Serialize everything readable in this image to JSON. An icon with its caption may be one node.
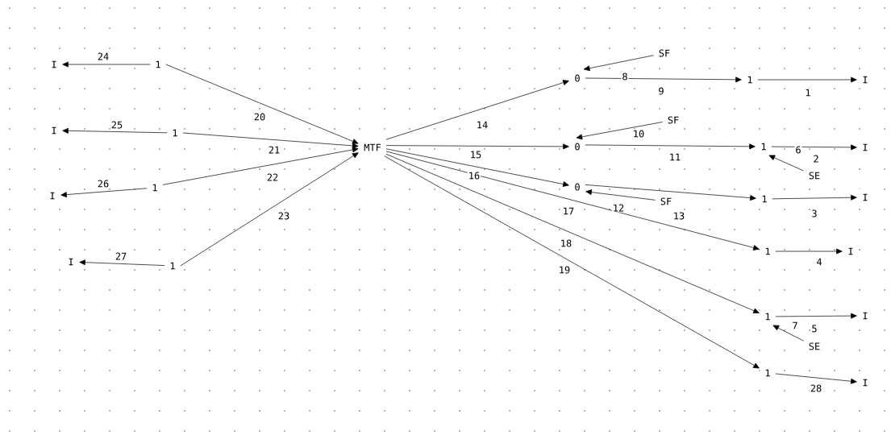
{
  "diagram": {
    "nodes": [
      {
        "text": [
          "I"
        ]
      },
      {
        "text": [
          "1"
        ]
      },
      {
        "text": [
          "I"
        ]
      },
      {
        "text": [
          "1"
        ]
      },
      {
        "text": [
          "I"
        ]
      },
      {
        "text": [
          "1"
        ]
      },
      {
        "text": [
          "I"
        ]
      },
      {
        "text": [
          "1"
        ]
      },
      {
        "text": [
          "MTF"
        ]
      },
      {
        "text": [
          "SF"
        ]
      },
      {
        "text": [
          "0"
        ]
      },
      {
        "text": [
          "1"
        ]
      },
      {
        "text": [
          "I"
        ]
      },
      {
        "text": [
          "SF"
        ]
      },
      {
        "text": [
          "0"
        ]
      },
      {
        "text": [
          "1"
        ]
      },
      {
        "text": [
          "I"
        ]
      },
      {
        "text": [
          "SE"
        ]
      },
      {
        "text": [
          "0"
        ]
      },
      {
        "text": [
          "SF"
        ]
      },
      {
        "text": [
          "1"
        ]
      },
      {
        "text": [
          "I"
        ]
      },
      {
        "text": [
          "1"
        ]
      },
      {
        "text": [
          "I"
        ]
      },
      {
        "text": [
          "1"
        ]
      },
      {
        "text": [
          "I"
        ]
      },
      {
        "text": [
          "SE"
        ]
      },
      {
        "text": [
          "1"
        ]
      },
      {
        "text": [
          "I"
        ]
      }
    ],
    "edges": [
      {
        "from": 1,
        "to": 0,
        "arrow": "to",
        "label": "24"
      },
      {
        "from": 3,
        "to": 2,
        "arrow": "to",
        "label": "25"
      },
      {
        "from": 5,
        "to": 4,
        "arrow": "to",
        "label": "26"
      },
      {
        "from": 7,
        "to": 6,
        "arrow": "to",
        "label": "27"
      },
      {
        "from": 1,
        "to": 8,
        "arrow": "to",
        "label": "20"
      },
      {
        "from": 3,
        "to": 8,
        "arrow": "to",
        "label": "21"
      },
      {
        "from": 5,
        "to": 8,
        "arrow": "to",
        "label": "22"
      },
      {
        "from": 7,
        "to": 8,
        "arrow": "to",
        "label": "23"
      },
      {
        "from": 8,
        "to": 10,
        "arrow": "to",
        "label": "14"
      },
      {
        "from": 8,
        "to": 14,
        "arrow": "to",
        "label": "15"
      },
      {
        "from": 8,
        "to": 18,
        "arrow": "to",
        "label": "16"
      },
      {
        "from": 8,
        "to": 22,
        "arrow": "to",
        "label": "17"
      },
      {
        "from": 8,
        "to": 24,
        "arrow": "to",
        "label": "18"
      },
      {
        "from": 8,
        "to": 27,
        "arrow": "to",
        "label": "19"
      },
      {
        "from": 9,
        "to": 10,
        "arrow": "to",
        "label": "8"
      },
      {
        "from": 10,
        "to": 11,
        "arrow": "to",
        "label": "9"
      },
      {
        "from": 11,
        "to": 12,
        "arrow": "to",
        "label": "1"
      },
      {
        "from": 13,
        "to": 14,
        "arrow": "to",
        "label": "10"
      },
      {
        "from": 14,
        "to": 15,
        "arrow": "to",
        "label": "11"
      },
      {
        "from": 15,
        "to": 16,
        "arrow": "to",
        "label": "2"
      },
      {
        "from": 17,
        "to": 15,
        "arrow": "to",
        "label": "6"
      },
      {
        "from": 19,
        "to": 18,
        "arrow": "to",
        "label": "12"
      },
      {
        "from": 18,
        "to": 20,
        "arrow": "to",
        "label": "13"
      },
      {
        "from": 20,
        "to": 21,
        "arrow": "to",
        "label": "3"
      },
      {
        "from": 22,
        "to": 23,
        "arrow": "to",
        "label": "4"
      },
      {
        "from": 24,
        "to": 25,
        "arrow": "to",
        "label": "5"
      },
      {
        "from": 26,
        "to": 24,
        "arrow": "to",
        "label": "7"
      },
      {
        "from": 27,
        "to": 28,
        "arrow": "to",
        "label": "28"
      }
    ]
  }
}
